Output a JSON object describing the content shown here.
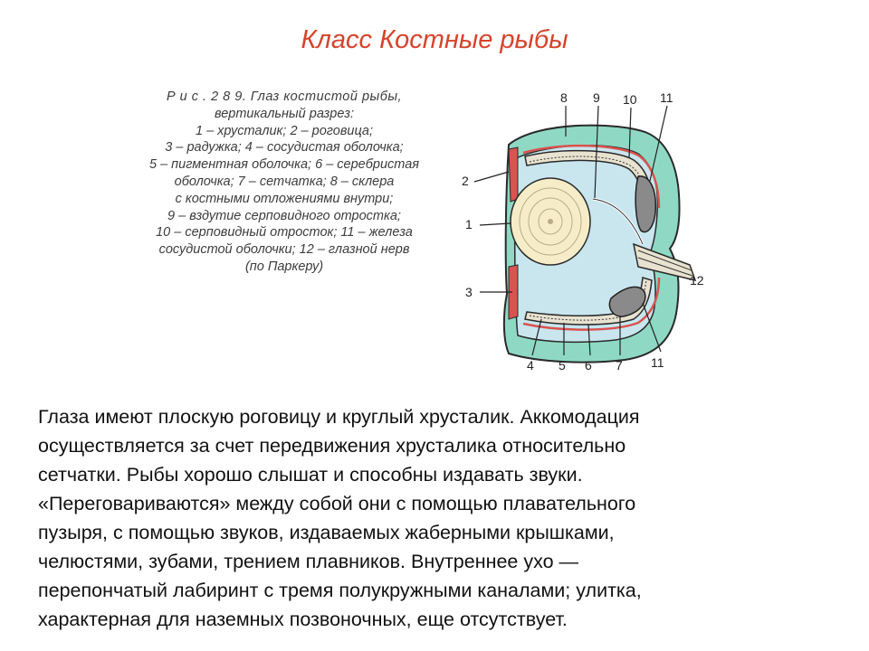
{
  "slide": {
    "title": "Класс Костные рыбы"
  },
  "figure": {
    "caption_lines": [
      "Р и с . 2 8 9. Глаз костистой рыбы,",
      "вертикальный разрез:",
      "1 – хрусталик; 2 – роговица;",
      "3 – радужка; 4 – сосудистая оболочка;",
      "5 – пигментная оболочка; 6 – серебристая",
      "оболочка; 7 – сетчатка; 8 – склера",
      "с костными отложениями внутри;",
      "9 – вздутие серповидного отростка;",
      "10 – серповидный отросток; 11 – железа",
      "сосудистой оболочки; 12 – глазной нерв",
      "(по Паркеру)"
    ],
    "labels": {
      "n1": "1",
      "n2": "2",
      "n3": "3",
      "n4": "4",
      "n5": "5",
      "n6": "6",
      "n7": "7",
      "n8": "8",
      "n9": "9",
      "n10": "10",
      "n11_top": "11",
      "n11_bottom": "11",
      "n12": "12"
    },
    "colors": {
      "sclera": "#8fd9c4",
      "vitreous": "#c9e6ef",
      "red_layer": "#d9534f",
      "lens": "#f6edc8"
    }
  },
  "body": {
    "lines": [
      "Глаза имеют плоскую роговицу и круглый хрусталик. Аккомодация",
      "осуществляется за счет передвижения хрусталика относительно",
      "сетчатки. Рыбы хорошо слышат и способны издавать звуки.",
      "«Переговариваются» между собой они с помощью плавательного",
      "пузыря, с помощью звуков, издаваемых жаберными крышками,",
      "челюстями, зубами, трением плавников. Внутреннее ухо —",
      "перепончатый лабиринт с тремя полукружными каналами; улитка,",
      "характерная для наземных позвоночных, еще отсутствует."
    ]
  }
}
